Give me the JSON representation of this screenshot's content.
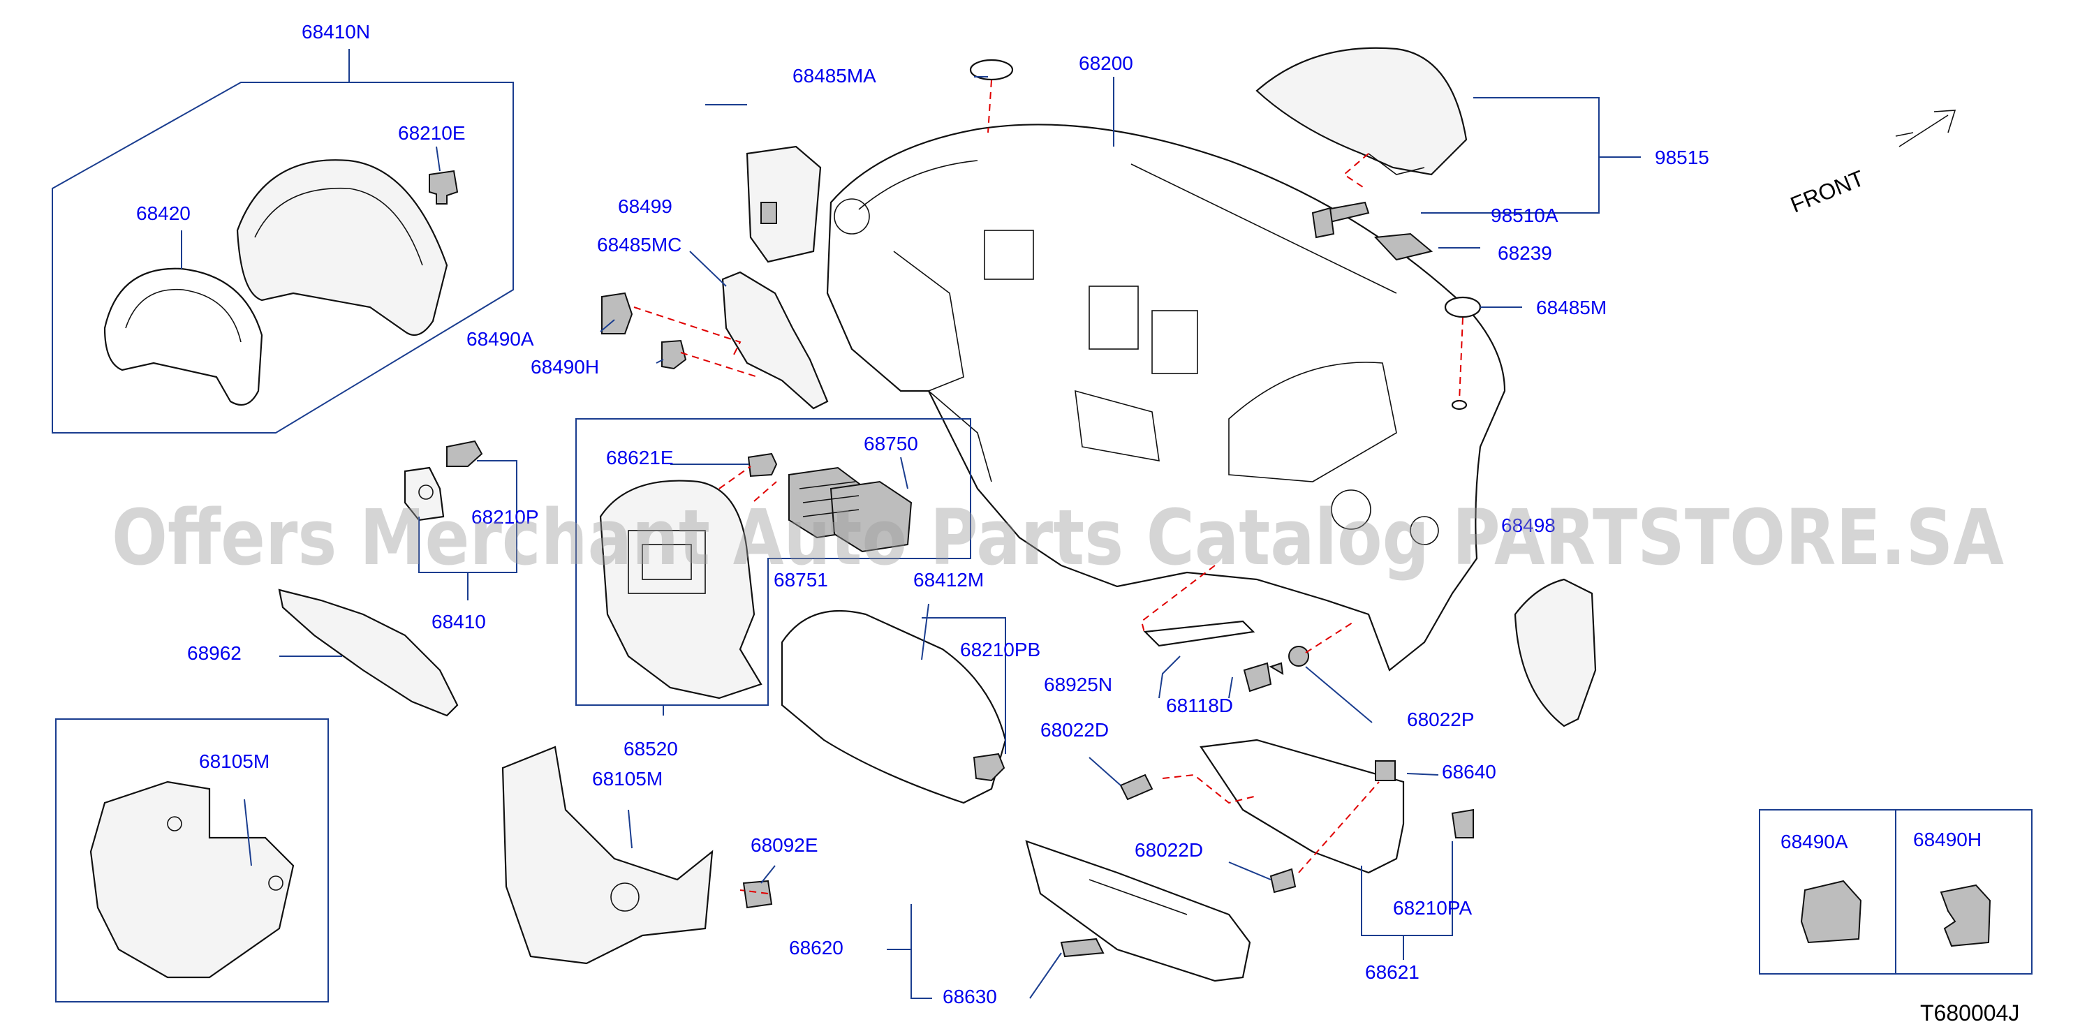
{
  "diagram_code": "T680004J",
  "direction_label": "FRONT",
  "watermark": "Offers Merchant Auto Parts Catalog PARTSTORE.SA",
  "parts": [
    "68410N",
    "68210E",
    "68420",
    "68490A",
    "68499",
    "68485MC",
    "68490H",
    "68485MA",
    "68200",
    "98515",
    "98510A",
    "68239",
    "68485M",
    "68621E",
    "68750",
    "68210P",
    "68410",
    "68751",
    "68412M",
    "68210PB",
    "68962",
    "68925N",
    "68118D",
    "68022P",
    "68498",
    "68105M",
    "68520",
    "68022D",
    "68640",
    "68105M",
    "68092E",
    "68022D",
    "68210PA",
    "68620",
    "68621",
    "68630",
    "68490A",
    "68490H"
  ]
}
